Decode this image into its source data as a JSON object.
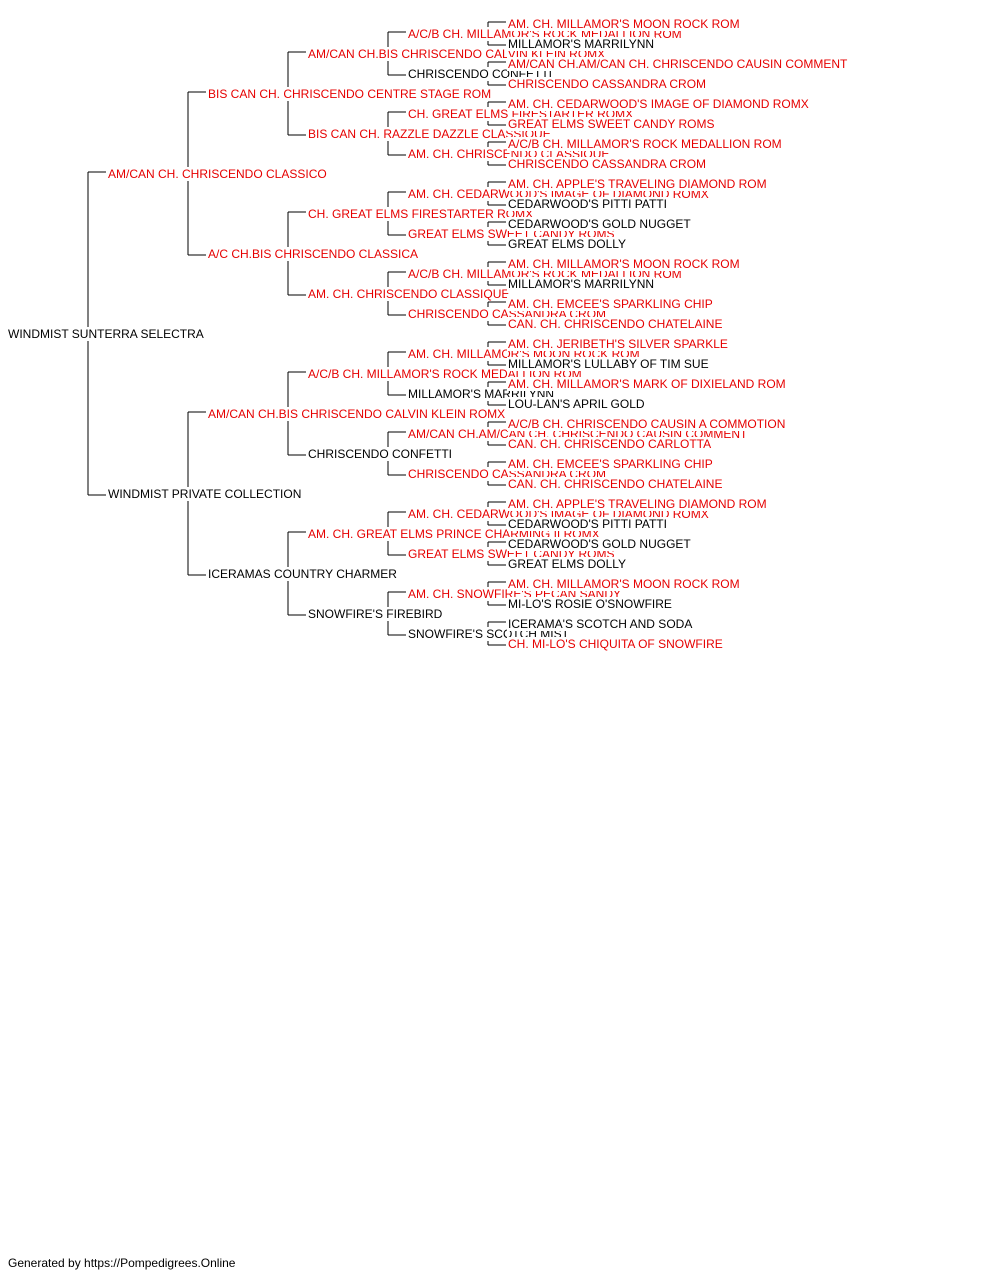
{
  "colors": {
    "champion": "#e60000",
    "regular": "#000000",
    "line": "#000000"
  },
  "pedigree": {
    "subject": {
      "name": "WINDMIST SUNTERRA SELECTRA",
      "champion": false
    },
    "generations": [
      [
        {
          "name": "AM/CAN CH. CHRISCENDO CLASSICO",
          "champion": true
        },
        {
          "name": "WINDMIST PRIVATE COLLECTION",
          "champion": false
        }
      ],
      [
        {
          "name": "BIS CAN CH. CHRISCENDO CENTRE STAGE ROM",
          "champion": true
        },
        {
          "name": "A/C CH.BIS CHRISCENDO CLASSICA",
          "champion": true
        },
        {
          "name": "AM/CAN CH.BIS CHRISCENDO CALVIN KLEIN ROMX",
          "champion": true
        },
        {
          "name": "ICERAMAS COUNTRY CHARMER",
          "champion": false
        }
      ],
      [
        {
          "name": "AM/CAN CH.BIS CHRISCENDO CALVIN KLEIN ROMX",
          "champion": true
        },
        {
          "name": "BIS CAN CH. RAZZLE DAZZLE CLASSIQUE",
          "champion": true
        },
        {
          "name": "CH. GREAT ELMS FIRESTARTER ROMX",
          "champion": true
        },
        {
          "name": "AM. CH. CHRISCENDO CLASSIQUE",
          "champion": true
        },
        {
          "name": "A/C/B CH. MILLAMOR'S ROCK MEDALLION ROM",
          "champion": true
        },
        {
          "name": "CHRISCENDO CONFETTI",
          "champion": false
        },
        {
          "name": "AM. CH. GREAT ELMS PRINCE CHARMING II ROMX",
          "champion": true
        },
        {
          "name": "SNOWFIRE'S FIREBIRD",
          "champion": false
        }
      ],
      [
        {
          "name": "A/C/B CH. MILLAMOR'S ROCK MEDALLION ROM",
          "champion": true
        },
        {
          "name": "CHRISCENDO CONFETTI",
          "champion": false
        },
        {
          "name": "CH. GREAT ELMS FIRESTARTER ROMX",
          "champion": true
        },
        {
          "name": "AM. CH. CHRISCENDO CLASSIQUE",
          "champion": true
        },
        {
          "name": "AM. CH. CEDARWOOD'S IMAGE OF DIAMOND ROMX",
          "champion": true
        },
        {
          "name": "GREAT ELMS SWEET CANDY ROMS",
          "champion": true
        },
        {
          "name": "A/C/B CH. MILLAMOR'S ROCK MEDALLION ROM",
          "champion": true
        },
        {
          "name": "CHRISCENDO CASSANDRA CROM",
          "champion": true
        },
        {
          "name": "AM. CH. MILLAMOR'S MOON ROCK ROM",
          "champion": true
        },
        {
          "name": "MILLAMOR'S MARRILYNN",
          "champion": false
        },
        {
          "name": "AM/CAN CH.AM/CAN CH. CHRISCENDO CAUSIN COMMENT",
          "champion": true
        },
        {
          "name": "CHRISCENDO CASSANDRA CROM",
          "champion": true
        },
        {
          "name": "AM. CH. CEDARWOOD'S IMAGE OF DIAMOND ROMX",
          "champion": true
        },
        {
          "name": "GREAT ELMS SWEET CANDY ROMS",
          "champion": true
        },
        {
          "name": "AM. CH. SNOWFIRE'S PECAN SANDY",
          "champion": true
        },
        {
          "name": "SNOWFIRE'S SCOTCH MIST",
          "champion": false
        }
      ],
      [
        {
          "name": "AM. CH. MILLAMOR'S MOON ROCK ROM",
          "champion": true
        },
        {
          "name": "MILLAMOR'S MARRILYNN",
          "champion": false
        },
        {
          "name": "AM/CAN CH.AM/CAN CH. CHRISCENDO CAUSIN COMMENT",
          "champion": true
        },
        {
          "name": "CHRISCENDO CASSANDRA CROM",
          "champion": true
        },
        {
          "name": "AM. CH. CEDARWOOD'S IMAGE OF DIAMOND ROMX",
          "champion": true
        },
        {
          "name": "GREAT ELMS SWEET CANDY ROMS",
          "champion": true
        },
        {
          "name": "A/C/B CH. MILLAMOR'S ROCK MEDALLION ROM",
          "champion": true
        },
        {
          "name": "CHRISCENDO CASSANDRA CROM",
          "champion": true
        },
        {
          "name": "AM. CH. APPLE'S TRAVELING DIAMOND ROM",
          "champion": true
        },
        {
          "name": "CEDARWOOD'S PITTI PATTI",
          "champion": false
        },
        {
          "name": "CEDARWOOD'S GOLD NUGGET",
          "champion": false
        },
        {
          "name": "GREAT ELMS DOLLY",
          "champion": false
        },
        {
          "name": "AM. CH. MILLAMOR'S MOON ROCK ROM",
          "champion": true
        },
        {
          "name": "MILLAMOR'S MARRILYNN",
          "champion": false
        },
        {
          "name": "AM. CH. EMCEE'S SPARKLING CHIP",
          "champion": true
        },
        {
          "name": "CAN. CH. CHRISCENDO CHATELAINE",
          "champion": true
        },
        {
          "name": "AM. CH. JERIBETH'S SILVER SPARKLE",
          "champion": true
        },
        {
          "name": "MILLAMOR'S LULLABY OF TIM SUE",
          "champion": false
        },
        {
          "name": "AM. CH. MILLAMOR'S MARK OF DIXIELAND ROM",
          "champion": true
        },
        {
          "name": "LOU-LAN'S APRIL GOLD",
          "champion": false
        },
        {
          "name": "A/C/B CH. CHRISCENDO CAUSIN A COMMOTION",
          "champion": true
        },
        {
          "name": "CAN. CH. CHRISCENDO CARLOTTA",
          "champion": true
        },
        {
          "name": "AM. CH. EMCEE'S SPARKLING CHIP",
          "champion": true
        },
        {
          "name": "CAN. CH. CHRISCENDO CHATELAINE",
          "champion": true
        },
        {
          "name": "AM. CH. APPLE'S TRAVELING DIAMOND ROM",
          "champion": true
        },
        {
          "name": "CEDARWOOD'S PITTI PATTI",
          "champion": false
        },
        {
          "name": "CEDARWOOD'S GOLD NUGGET",
          "champion": false
        },
        {
          "name": "GREAT ELMS DOLLY",
          "champion": false
        },
        {
          "name": "AM. CH. MILLAMOR'S MOON ROCK ROM",
          "champion": true
        },
        {
          "name": "MI-LO'S ROSIE O'SNOWFIRE",
          "champion": false
        },
        {
          "name": "ICERAMA'S SCOTCH AND SODA",
          "champion": false
        },
        {
          "name": "CH. MI-LO'S CHIQUITA OF SNOWFIRE",
          "champion": true
        }
      ]
    ]
  },
  "footer": {
    "text": "Generated by https://Pompedigrees.Online"
  }
}
